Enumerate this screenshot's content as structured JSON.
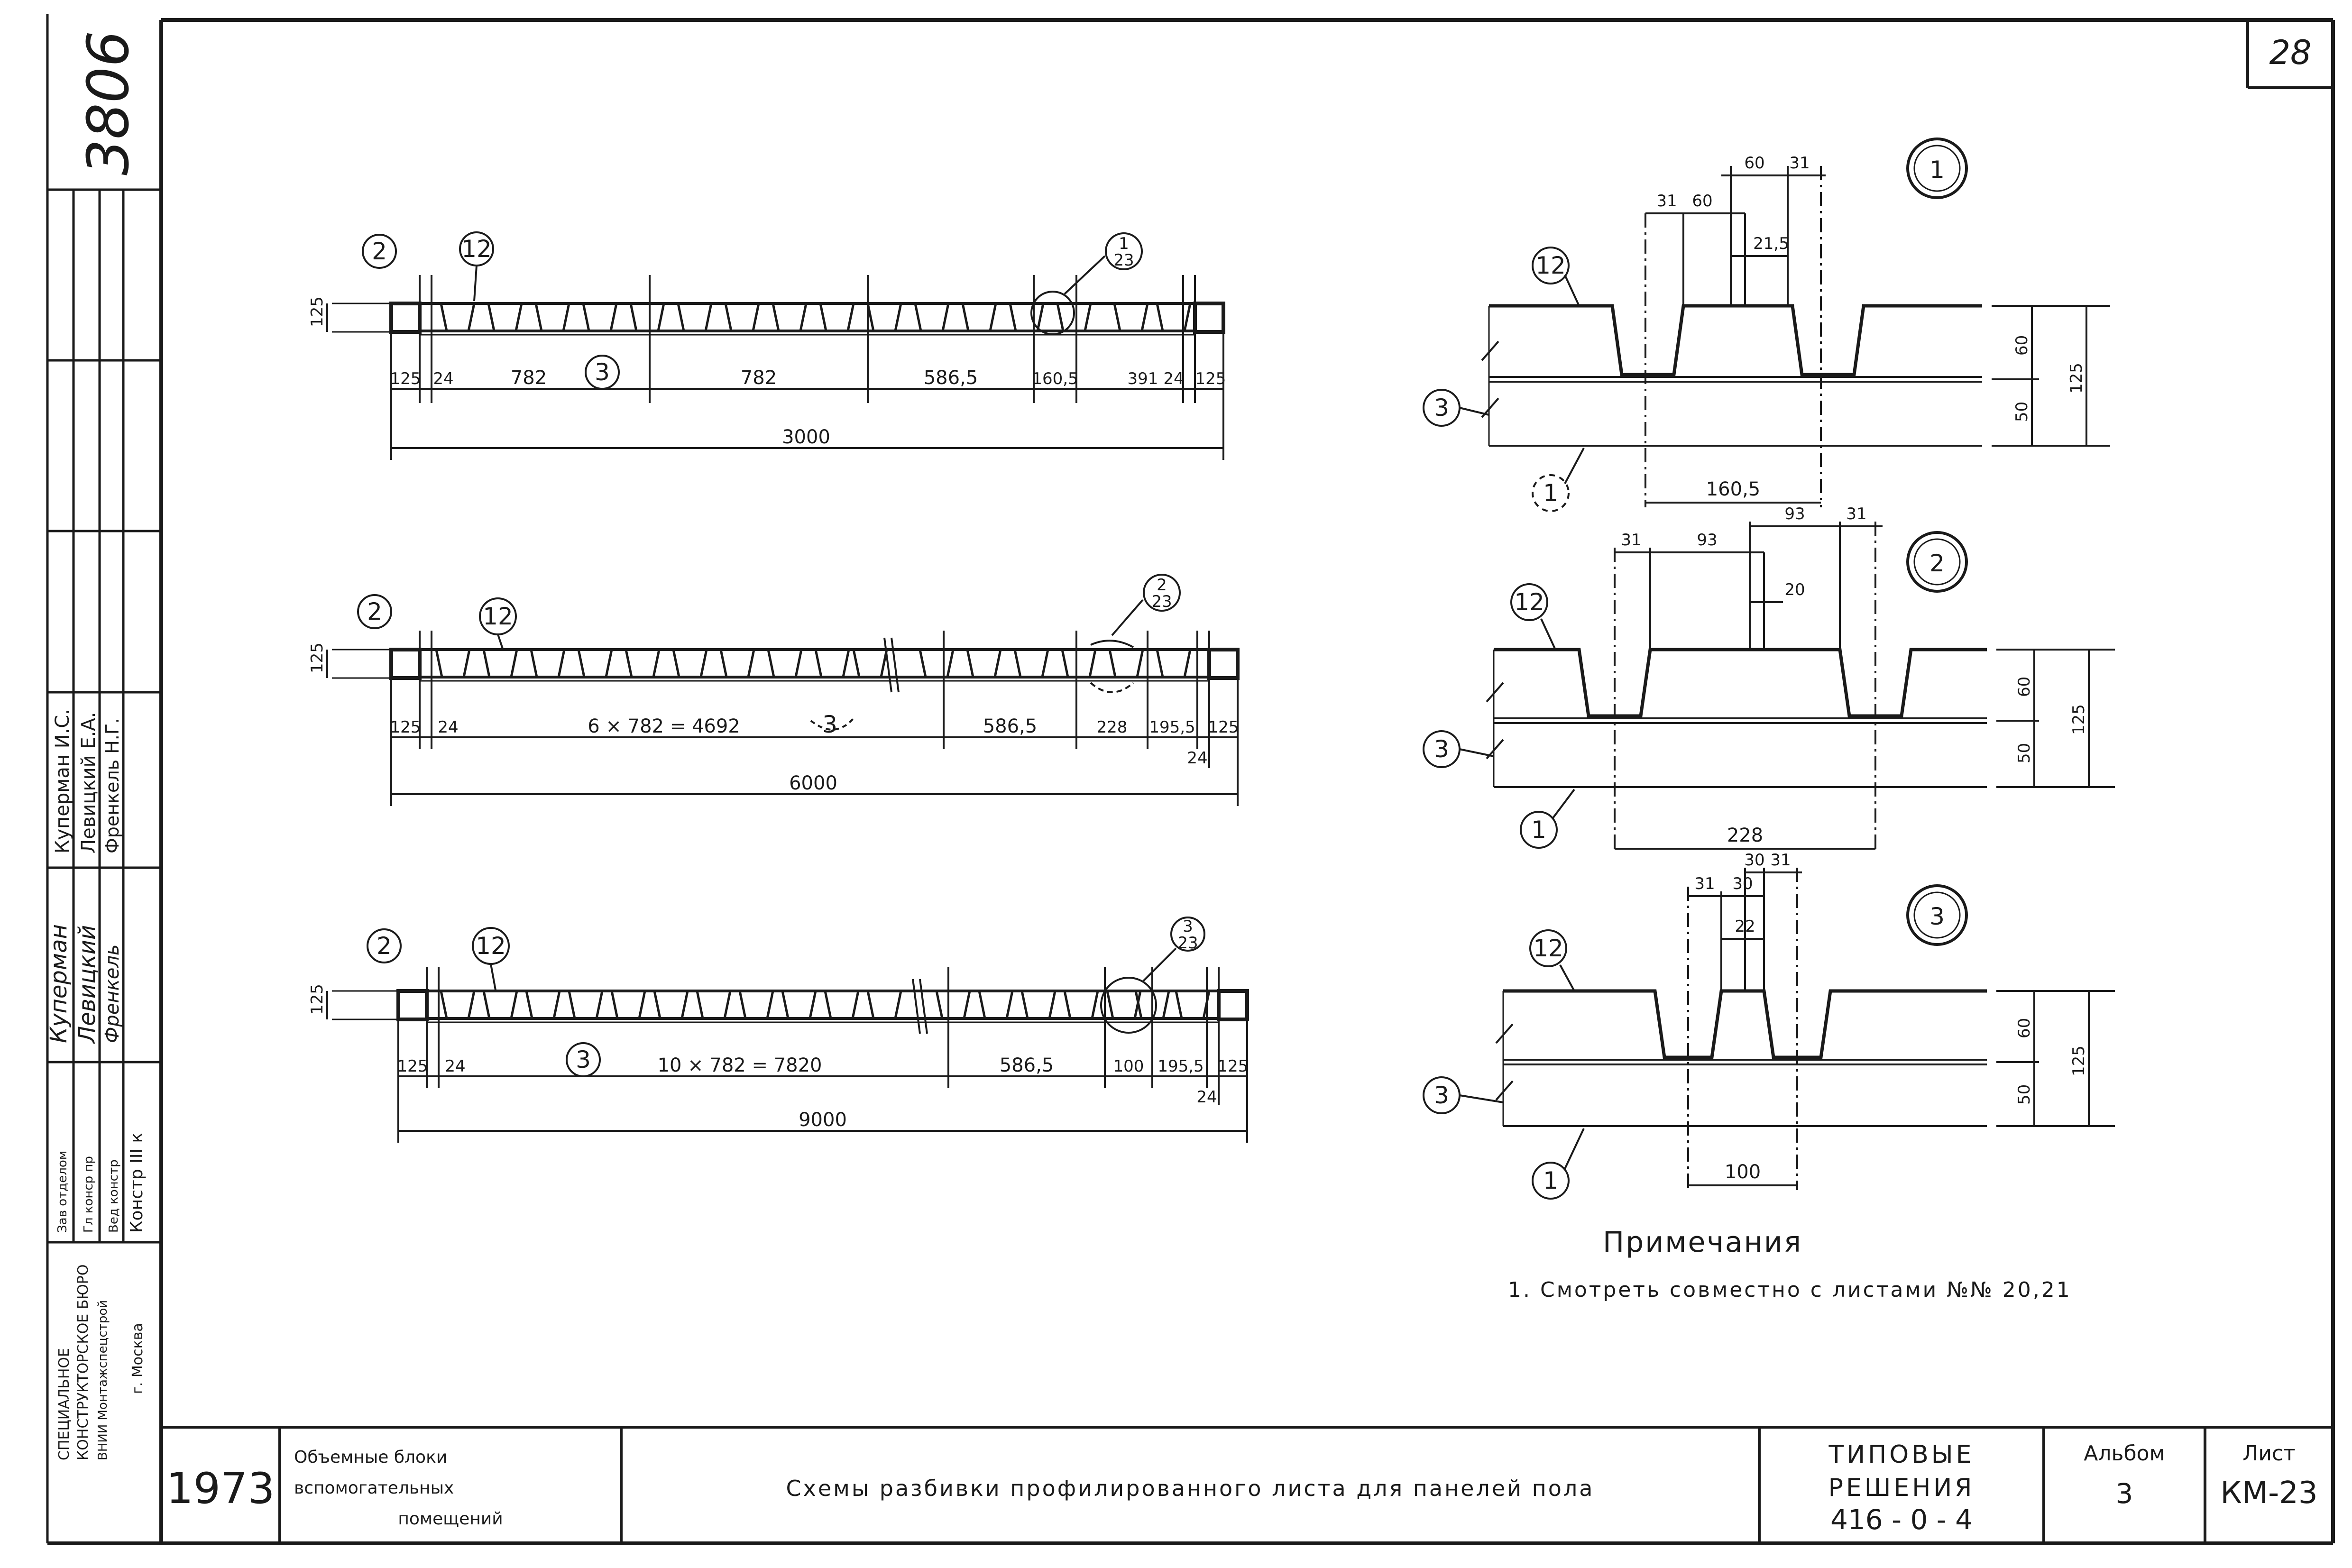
{
  "sheet": {
    "page_number": "28",
    "inventory_number": "3806"
  },
  "side_stamp": {
    "org_line1": "СПЕЦИАЛЬНОЕ",
    "org_line2": "КОНСТРУКТОРСКОЕ БЮРО",
    "org_line3": "ВНИИ Монтажспецстрой",
    "org_city": "г. Москва",
    "roles": [
      "Зав отделом",
      "Гл конср пр",
      "Вед констр",
      "Констр III к"
    ],
    "names": [
      "Куперман И.С.",
      "Левицкий Е.А.",
      "Френкель Н.Г."
    ],
    "signatures": [
      "Куперман",
      "Левицкий",
      "Френкель"
    ]
  },
  "title_block": {
    "year": "1973",
    "object_line1": "Объемные блоки",
    "object_line2": "вспомогательных",
    "object_line3": "помещений",
    "title": "Схемы разбивки профилированного листа для панелей пола",
    "series_line1": "ТИПОВЫЕ",
    "series_line2": "РЕШЕНИЯ",
    "series_line3": "416 - 0 - 4",
    "album_label": "Альбом",
    "album_value": "3",
    "sheet_label": "Лист",
    "sheet_value": "КМ-23"
  },
  "panels": [
    {
      "marks": [
        "2",
        "12",
        "3"
      ],
      "callout_top": "1",
      "callout_bottom": "23",
      "height": "125",
      "dims": [
        "125",
        "24",
        "782",
        "782",
        "586,5",
        "160,5",
        "391",
        "24",
        "125"
      ],
      "total": "3000"
    },
    {
      "marks": [
        "2",
        "12",
        "3"
      ],
      "callout_top": "2",
      "callout_bottom": "23",
      "height": "125",
      "dims": [
        "125",
        "24",
        "6 × 782 = 4692",
        "586,5",
        "228",
        "195,5",
        "125"
      ],
      "below_dim": "24",
      "total": "6000"
    },
    {
      "marks": [
        "2",
        "12",
        "3"
      ],
      "callout_top": "3",
      "callout_bottom": "23",
      "height": "125",
      "dims": [
        "125",
        "24",
        "10 × 782 = 7820",
        "586,5",
        "100",
        "195,5",
        "125"
      ],
      "below_dim": "24",
      "total": "9000"
    }
  ],
  "details": [
    {
      "number": "1",
      "top_dims": [
        "60",
        "31",
        "31",
        "60",
        "21,5"
      ],
      "marks": [
        "12",
        "3",
        "1"
      ],
      "side_dims": [
        "60",
        "50",
        "125"
      ],
      "bottom_dim": "160,5"
    },
    {
      "number": "2",
      "top_dims": [
        "93",
        "31",
        "31",
        "93",
        "20"
      ],
      "marks": [
        "12",
        "3",
        "1"
      ],
      "side_dims": [
        "60",
        "50",
        "125"
      ],
      "bottom_dim": "228"
    },
    {
      "number": "3",
      "top_dims": [
        "30",
        "31",
        "31",
        "30",
        "22"
      ],
      "marks": [
        "12",
        "3",
        "1"
      ],
      "side_dims": [
        "60",
        "50",
        "125"
      ],
      "bottom_dim": "100"
    }
  ],
  "notes": {
    "heading": "Примечания",
    "items": [
      "1. Смотреть совместно с листами №№ 20,21"
    ]
  }
}
